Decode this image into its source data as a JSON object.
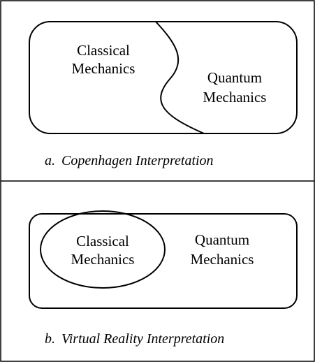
{
  "panel_a": {
    "left_region": {
      "line1": "Classical",
      "line2": "Mechanics"
    },
    "right_region": {
      "line1": "Quantum",
      "line2": "Mechanics"
    },
    "caption_letter": "a.",
    "caption_text": "Copenhagen Interpretation"
  },
  "panel_b": {
    "inner_region": {
      "line1": "Classical",
      "line2": "Mechanics"
    },
    "outer_region": {
      "line1": "Quantum",
      "line2": "Mechanics"
    },
    "caption_letter": "b.",
    "caption_text": "Virtual Reality Interpretation"
  }
}
